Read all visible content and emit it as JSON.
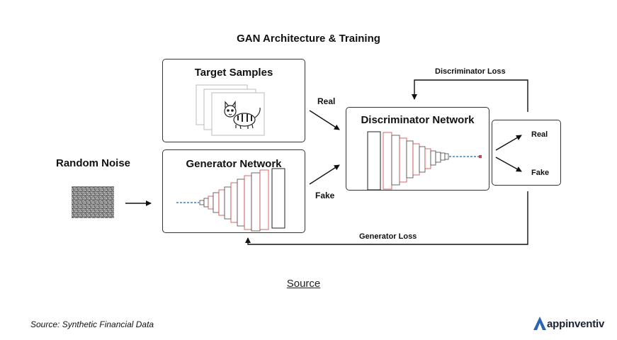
{
  "title": "GAN Architecture & Training",
  "random_noise": {
    "label": "Random Noise"
  },
  "target_samples": {
    "title": "Target Samples"
  },
  "generator": {
    "title": "Generator Network"
  },
  "discriminator": {
    "title": "Discriminator Network"
  },
  "edges": {
    "real_in": "Real",
    "fake_in": "Fake",
    "discriminator_loss": "Discriminator Loss",
    "generator_loss": "Generator Loss"
  },
  "output": {
    "real": "Real",
    "fake": "Fake"
  },
  "source_link": "Source",
  "caption": "Source: Synthetic Financial Data",
  "brand": {
    "name": "appinventiv",
    "color": "#2a64b4"
  }
}
